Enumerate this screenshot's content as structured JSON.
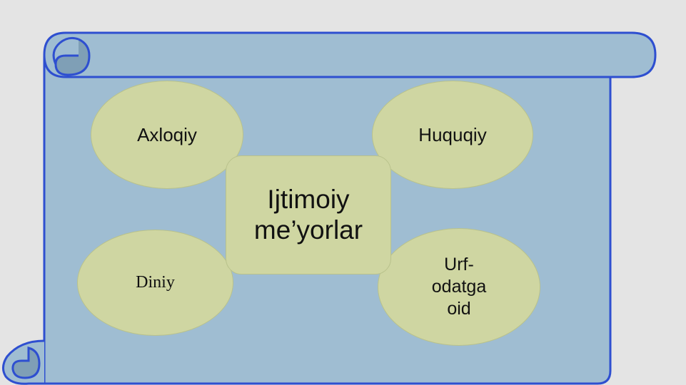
{
  "diagram": {
    "center": {
      "label": "Ijtimoiy\nme’yorlar"
    },
    "nodes": {
      "axloqiy": "Axloqiy",
      "huquqiy": "Huquqiy",
      "diniy": "Diniy",
      "urf": "Urf-\nodatga\noid"
    }
  },
  "colors": {
    "background": "#e4e4e4",
    "scroll_fill": "#9fbdd2",
    "scroll_border": "#2e4fd0",
    "node_fill": "#cfd6a2"
  }
}
